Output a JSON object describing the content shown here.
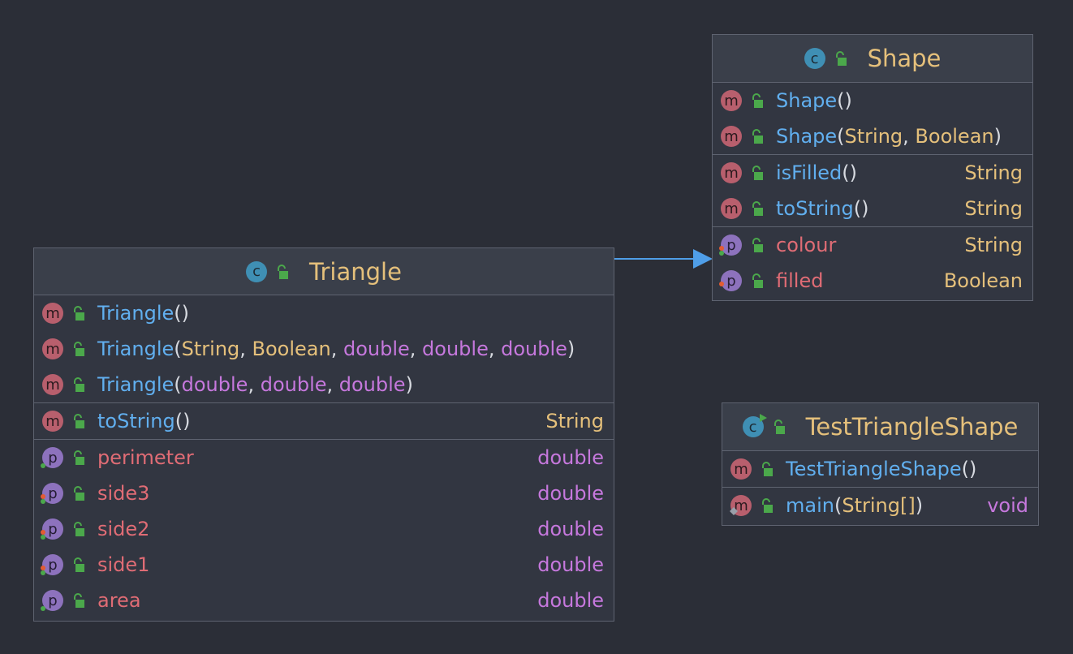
{
  "colors": {
    "background": "#2b2e37",
    "class_name": "#e5c07b",
    "method_name": "#61afef",
    "field_name": "#e06c75",
    "object_type": "#e5c07b",
    "primitive_type": "#c678dd",
    "arrow": "#4f9ee8"
  },
  "classes": {
    "triangle": {
      "name": "Triangle",
      "constructors": [
        {
          "name": "Triangle",
          "open": "(",
          "close": ")",
          "params": []
        },
        {
          "name": "Triangle",
          "open": "(",
          "close": ")",
          "params": [
            {
              "t": "String",
              "k": "obj"
            },
            {
              "t": "Boolean",
              "k": "obj"
            },
            {
              "t": "double",
              "k": "prim"
            },
            {
              "t": "double",
              "k": "prim"
            },
            {
              "t": "double",
              "k": "prim"
            }
          ]
        },
        {
          "name": "Triangle",
          "open": "(",
          "close": ")",
          "params": [
            {
              "t": "double",
              "k": "prim"
            },
            {
              "t": "double",
              "k": "prim"
            },
            {
              "t": "double",
              "k": "prim"
            }
          ]
        }
      ],
      "methods": [
        {
          "name": "toString",
          "sig": "()",
          "ret": "String",
          "retk": "obj"
        }
      ],
      "fields": [
        {
          "name": "perimeter",
          "type": "double",
          "k": "prim",
          "dots": [
            "green"
          ]
        },
        {
          "name": "side3",
          "type": "double",
          "k": "prim",
          "dots": [
            "red",
            "green"
          ]
        },
        {
          "name": "side2",
          "type": "double",
          "k": "prim",
          "dots": [
            "red",
            "green"
          ]
        },
        {
          "name": "side1",
          "type": "double",
          "k": "prim",
          "dots": [
            "red",
            "green"
          ]
        },
        {
          "name": "area",
          "type": "double",
          "k": "prim",
          "dots": [
            "green"
          ]
        }
      ]
    },
    "shape": {
      "name": "Shape",
      "constructors": [
        {
          "name": "Shape",
          "open": "(",
          "close": ")",
          "params": []
        },
        {
          "name": "Shape",
          "open": "(",
          "close": ")",
          "params": [
            {
              "t": "String",
              "k": "obj"
            },
            {
              "t": "Boolean",
              "k": "obj"
            }
          ]
        }
      ],
      "methods": [
        {
          "name": "isFilled",
          "sig": "()",
          "ret": "String",
          "retk": "obj"
        },
        {
          "name": "toString",
          "sig": "()",
          "ret": "String",
          "retk": "obj"
        }
      ],
      "fields": [
        {
          "name": "colour",
          "type": "String",
          "k": "obj",
          "dots": [
            "red",
            "green"
          ]
        },
        {
          "name": "filled",
          "type": "Boolean",
          "k": "obj",
          "dots": [
            "red"
          ]
        }
      ]
    },
    "test": {
      "name": "TestTriangleShape",
      "constructors": [
        {
          "name": "TestTriangleShape",
          "open": "(",
          "close": ")",
          "params": []
        }
      ],
      "methods": [
        {
          "name": "main",
          "sig": "(String[])",
          "ret": "void",
          "retk": "prim",
          "static": true
        }
      ],
      "fields": []
    }
  },
  "relations": [
    {
      "from": "Triangle",
      "to": "Shape",
      "kind": "extends"
    }
  ]
}
